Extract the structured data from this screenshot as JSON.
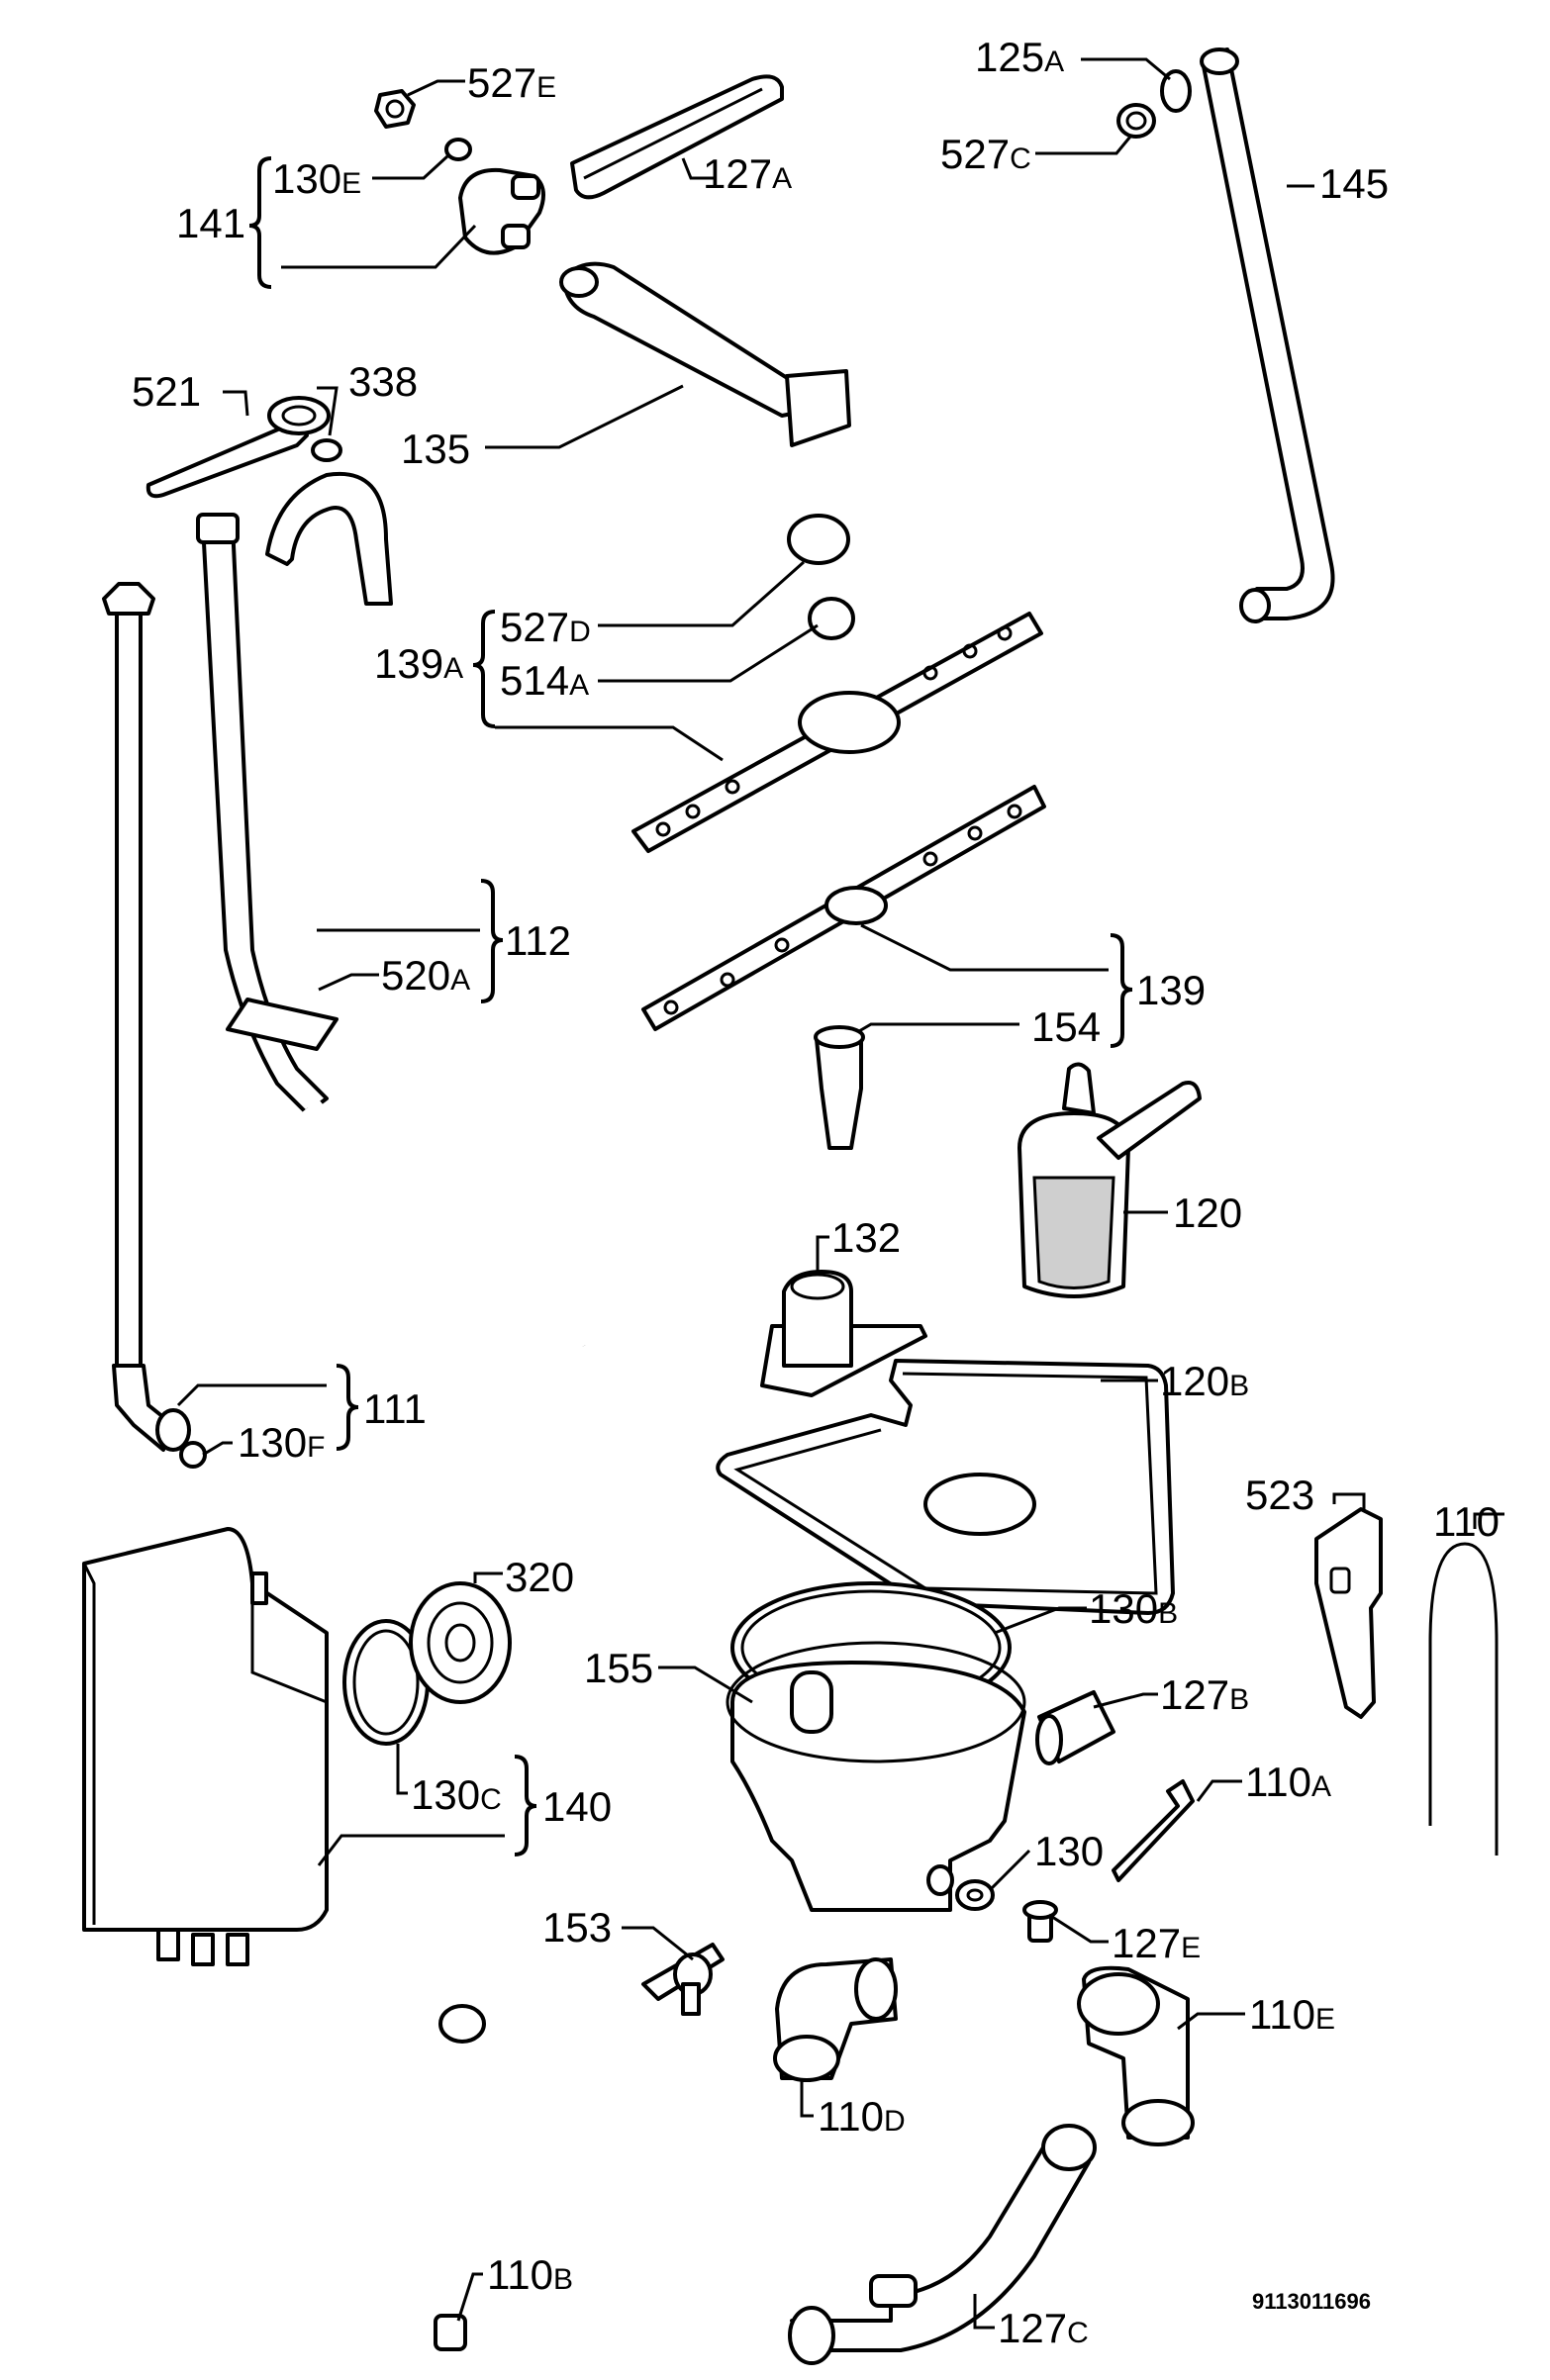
{
  "diagram": {
    "document_code": "9113011696",
    "labels": [
      {
        "id": "527E",
        "main": "527",
        "sub": "E"
      },
      {
        "id": "130E",
        "main": "130",
        "sub": "E"
      },
      {
        "id": "141",
        "main": "141",
        "sub": ""
      },
      {
        "id": "127A",
        "main": "127",
        "sub": "A"
      },
      {
        "id": "125A",
        "main": "125",
        "sub": "A"
      },
      {
        "id": "527C",
        "main": "527",
        "sub": "C"
      },
      {
        "id": "145",
        "main": "145",
        "sub": ""
      },
      {
        "id": "521",
        "main": "521",
        "sub": ""
      },
      {
        "id": "338",
        "main": "338",
        "sub": ""
      },
      {
        "id": "135",
        "main": "135",
        "sub": ""
      },
      {
        "id": "527D",
        "main": "527",
        "sub": "D"
      },
      {
        "id": "514A",
        "main": "514",
        "sub": "A"
      },
      {
        "id": "139A",
        "main": "139",
        "sub": "A"
      },
      {
        "id": "112",
        "main": "112",
        "sub": ""
      },
      {
        "id": "520A",
        "main": "520",
        "sub": "A"
      },
      {
        "id": "139",
        "main": "139",
        "sub": ""
      },
      {
        "id": "154",
        "main": "154",
        "sub": ""
      },
      {
        "id": "120",
        "main": "120",
        "sub": ""
      },
      {
        "id": "132",
        "main": "132",
        "sub": ""
      },
      {
        "id": "120B",
        "main": "120",
        "sub": "B"
      },
      {
        "id": "111",
        "main": "111",
        "sub": ""
      },
      {
        "id": "130F",
        "main": "130",
        "sub": "F"
      },
      {
        "id": "523",
        "main": "523",
        "sub": ""
      },
      {
        "id": "110",
        "main": "110",
        "sub": ""
      },
      {
        "id": "320",
        "main": "320",
        "sub": ""
      },
      {
        "id": "130B",
        "main": "130",
        "sub": "B"
      },
      {
        "id": "155",
        "main": "155",
        "sub": ""
      },
      {
        "id": "127B",
        "main": "127",
        "sub": "B"
      },
      {
        "id": "110A",
        "main": "110",
        "sub": "A"
      },
      {
        "id": "130C",
        "main": "130",
        "sub": "C"
      },
      {
        "id": "140",
        "main": "140",
        "sub": ""
      },
      {
        "id": "130",
        "main": "130",
        "sub": ""
      },
      {
        "id": "127E",
        "main": "127",
        "sub": "E"
      },
      {
        "id": "153",
        "main": "153",
        "sub": ""
      },
      {
        "id": "110E",
        "main": "110",
        "sub": "E"
      },
      {
        "id": "110D",
        "main": "110",
        "sub": "D"
      },
      {
        "id": "127C",
        "main": "127",
        "sub": "C"
      },
      {
        "id": "110B",
        "main": "110",
        "sub": "B"
      }
    ]
  }
}
